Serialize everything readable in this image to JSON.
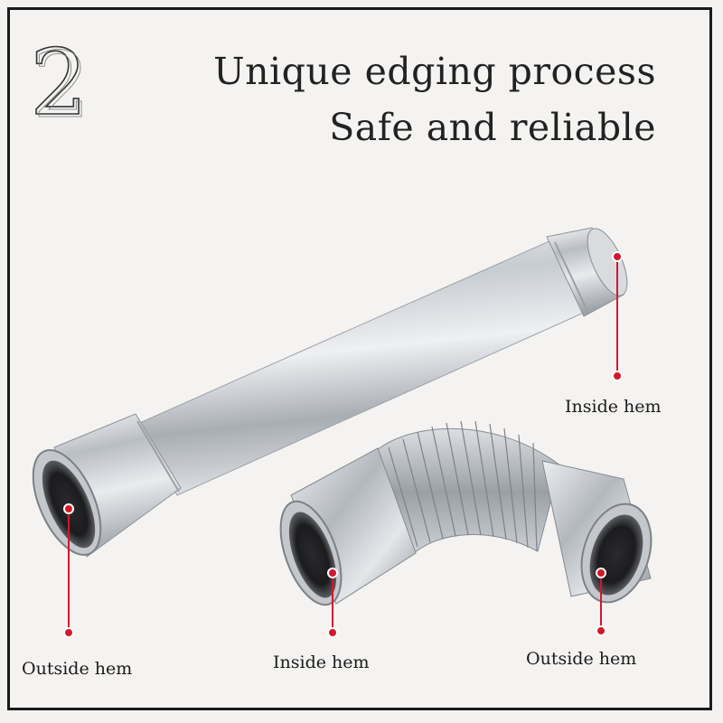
{
  "badge": {
    "number": "2"
  },
  "headline": {
    "line1": "Unique edging process",
    "line2": "Safe and reliable"
  },
  "callouts": [
    {
      "label": "Inside hem"
    },
    {
      "label": "Outside hem"
    },
    {
      "label": "Inside hem"
    },
    {
      "label": "Outside hem"
    }
  ],
  "colors": {
    "marker": "#d2182c",
    "frame": "#1a1a1a",
    "metal": "#c9cdd2"
  }
}
